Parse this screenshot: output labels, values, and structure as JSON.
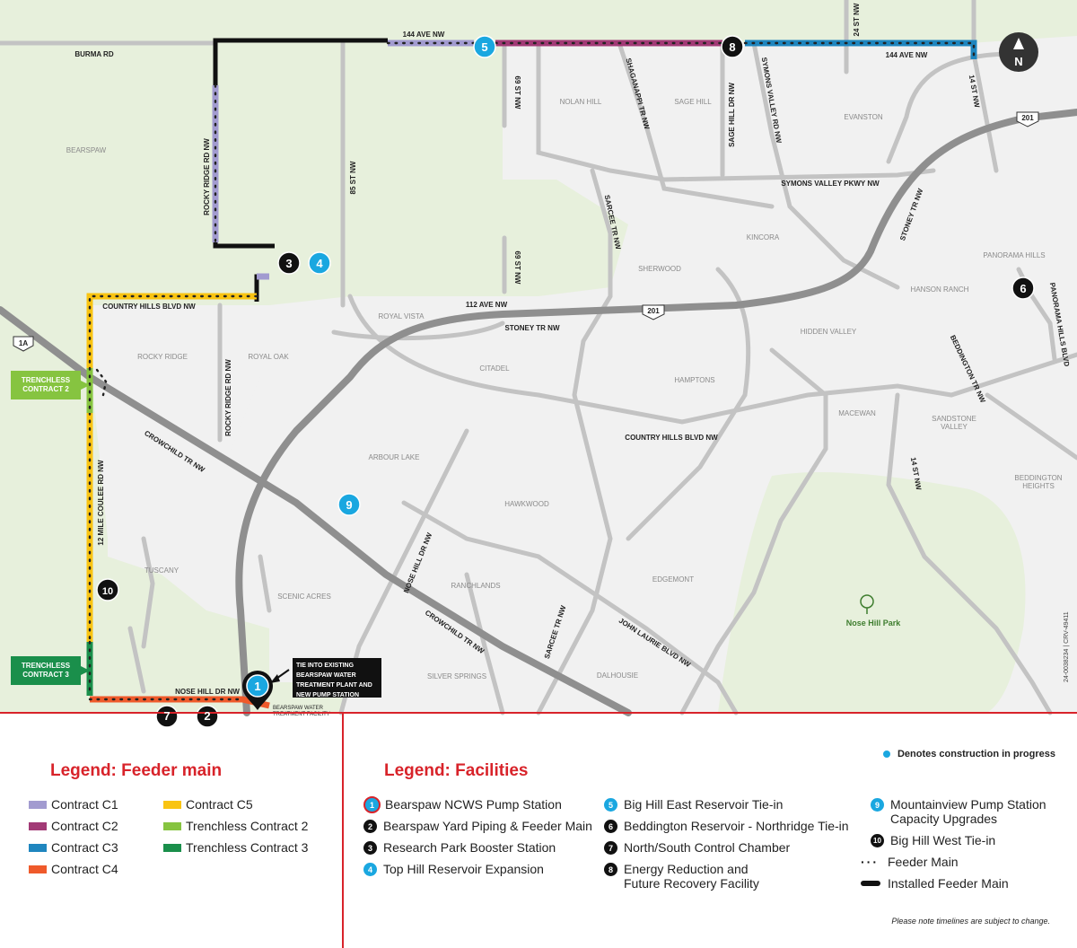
{
  "map": {
    "north_label": "N",
    "side_code": "24-0038234  |  CRV-49411",
    "roads": {
      "burma": "BURMA RD",
      "ave144_west": "144 AVE NW",
      "ave144_east": "144 AVE NW",
      "st24": "24 ST NW",
      "st69_north": "69 ST NW",
      "st69_south": "69 ST NW",
      "shaganappi": "SHAGANAPPI TR NW",
      "sage_hill_dr": "SAGE HILL DR NW",
      "symons_valley_rd": "SYMONS VALLEY RD NW",
      "st14_north": "14 ST NW",
      "hwy201_ne": "201",
      "rocky_ridge_north": "ROCKY RIDGE RD NW",
      "st85": "85 ST NW",
      "symons_valley_pkwy": "SYMONS VALLEY PKWY NW",
      "stoney_ne": "STONEY TR NW",
      "sarcee_north": "SARCEE TR NW",
      "country_hills_west": "COUNTRY HILLS BLVD NW",
      "ave112": "112 AVE NW",
      "hwy201_mid": "201",
      "stoney_mid": "STONEY TR NW",
      "panorama_hills_blvd": "PANORAMA HILLS BLVD",
      "beddington_tr": "BEDDINGTON TR NW",
      "hwy1a": "1A",
      "crowchild_north": "CROWCHILD TR NW",
      "rocky_ridge_south": "ROCKY RIDGE RD NW",
      "country_hills_east": "COUNTRY HILLS BLVD NW",
      "st14_south": "14 ST NW",
      "coulee": "12 MILE COULEE RD NW",
      "nose_hill_dr_n": "NOSE HILL DR NW",
      "crowchild_south": "CROWCHILD TR NW",
      "sarcee_south": "SARCEE TR NW",
      "john_laurie": "JOHN LAURIE BLVD NW",
      "nose_hill_dr_sw": "NOSE HILL DR NW"
    },
    "areas": {
      "bearspaw": "BEARSPAW",
      "nolan_hill": "NOLAN HILL",
      "sage_hill": "SAGE HILL",
      "evanston": "EVANSTON",
      "kincora": "KINCORA",
      "sherwood": "SHERWOOD",
      "panorama_hills": "PANORAMA HILLS",
      "hanson_ranch": "HANSON RANCH",
      "royal_vista": "ROYAL VISTA",
      "hidden_valley": "HIDDEN VALLEY",
      "rocky_ridge": "ROCKY RIDGE",
      "royal_oak": "ROYAL OAK",
      "citadel": "CITADEL",
      "hamptons": "HAMPTONS",
      "macewan": "MACEWAN",
      "sandstone_valley": "SANDSTONE VALLEY",
      "arbour_lake": "ARBOUR LAKE",
      "beddington_heights": "BEDDINGTON HEIGHTS",
      "hawkwood": "HAWKWOOD",
      "tuscany": "TUSCANY",
      "scenic_acres": "SCENIC ACRES",
      "ranchlands": "RANCHLANDS",
      "edgemont": "EDGEMONT",
      "silver_springs": "SILVER SPRINGS",
      "dalhousie": "DALHOUSIE"
    },
    "park": "Nose Hill Park",
    "facility_caption": "BEARSPAW WATER TREATMENT FACILITY",
    "trenchless_2": "TRENCHLESS CONTRACT 2",
    "trenchless_3": "TRENCHLESS CONTRACT 3",
    "callout": "TIE INTO EXISTING BEARSPAW WATER TREATMENT PLANT AND NEW PUMP STATION",
    "markers": {
      "m1": "1",
      "m2": "2",
      "m3": "3",
      "m4": "4",
      "m5": "5",
      "m6": "6",
      "m7": "7",
      "m8": "8",
      "m9": "9",
      "m10": "10"
    }
  },
  "legend_feeder": {
    "title": "Legend: Feeder main",
    "c1": "Contract C1",
    "c2": "Contract C2",
    "c3": "Contract C3",
    "c4": "Contract C4",
    "c5": "Contract C5",
    "t2": "Trenchless Contract 2",
    "t3": "Trenchless Contract 3"
  },
  "legend_facilities": {
    "title": "Legend: Facilities",
    "progress_note": "Denotes construction in progress",
    "f1": "Bearspaw NCWS Pump Station",
    "f2": "Bearspaw Yard Piping & Feeder Main",
    "f3": "Research Park Booster Station",
    "f4": "Top Hill Reservoir Expansion",
    "f5": "Big Hill East Reservoir Tie-in",
    "f6": "Beddington Reservoir - Northridge Tie-in",
    "f7": "North/South Control Chamber",
    "f8_line1": "Energy Reduction and",
    "f8_line2": "Future Recovery Facility",
    "f9_line1": "Mountainview Pump Station",
    "f9_line2": "Capacity Upgrades",
    "f10": "Big Hill West Tie-in",
    "feeder_main": "Feeder Main",
    "installed_feeder_main": "Installed Feeder Main",
    "footnote": "Please note timelines are subject to change."
  },
  "colors": {
    "contract_c1": "#a29bd0",
    "contract_c2": "#a23a76",
    "contract_c3": "#1f86bf",
    "contract_c4": "#ef5a2b",
    "contract_c5": "#f9c412",
    "trenchless_2": "#86c440",
    "trenchless_3": "#1a8f4b",
    "installed": "#111111",
    "facility_blue": "#1aa7e0",
    "accent_red": "#d8232a",
    "green_space": "#e7f0dc",
    "urban": "#f1f1f1",
    "road": "#c3c3c3",
    "highway": "#8f8f8f"
  }
}
